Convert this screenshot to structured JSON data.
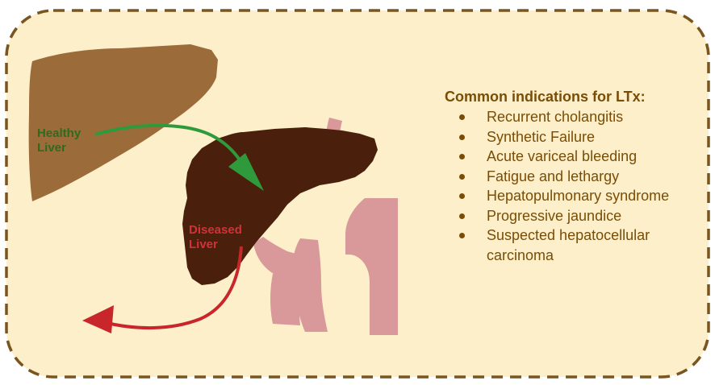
{
  "labels": {
    "healthy": "Healthy Liver",
    "diseased": "Diseased Liver"
  },
  "indications": {
    "title": "Common indications for LTx:",
    "items": [
      "Recurrent cholangitis",
      "Synthetic Failure",
      "Acute variceal bleeding",
      "Fatigue and lethargy",
      "Hepatopulmonary syndrome",
      "Progressive jaundice",
      "Suspected hepatocellular carcinoma"
    ]
  },
  "colors": {
    "panel_background": "#fcefc9",
    "panel_border": "#7a5520",
    "healthy_liver": "#9c6b3a",
    "diseased_liver": "#4a200c",
    "gut": "#d9999a",
    "healthy_text": "#2e6b1f",
    "diseased_text": "#d23237",
    "green_arrow": "#2e9a3c",
    "red_arrow": "#c8262b",
    "heading_text": "#7a4d06",
    "list_text": "#7a4d06"
  }
}
